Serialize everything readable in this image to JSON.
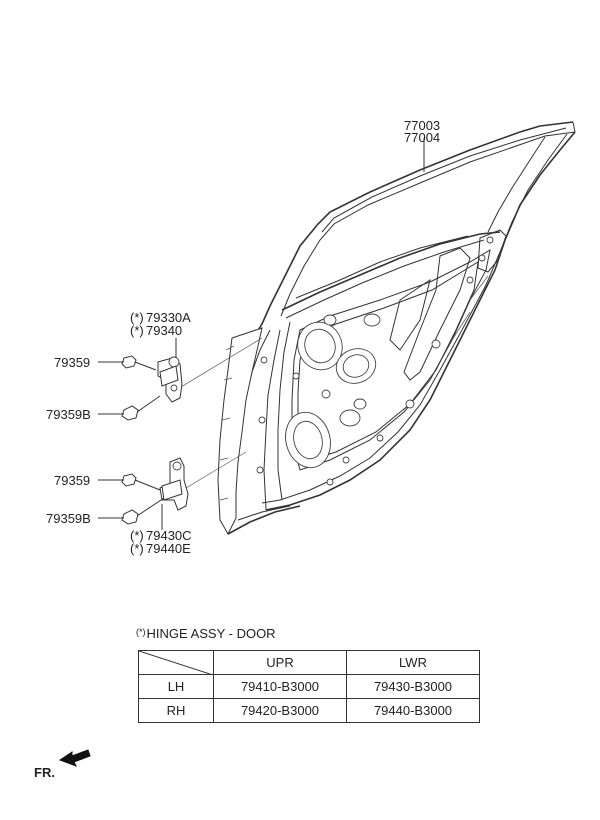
{
  "labels": {
    "door_1": "77003",
    "door_2": "77004",
    "upper_hinge_1": "79330A",
    "upper_hinge_2": "79340",
    "bolt_upper_1": "79359",
    "bolt_upper_2": "79359B",
    "bolt_lower_1": "79359",
    "bolt_lower_2": "79359B",
    "lower_hinge_1": "79430C",
    "lower_hinge_2": "79440E",
    "marker": "(*)"
  },
  "legend": {
    "marker": "(*)",
    "title": "HINGE ASSY - DOOR"
  },
  "table": {
    "columns": [
      "UPR",
      "LWR"
    ],
    "rows": [
      {
        "label": "LH",
        "values": [
          "79410-B3000",
          "79430-B3000"
        ]
      },
      {
        "label": "RH",
        "values": [
          "79420-B3000",
          "79440-B3000"
        ]
      }
    ]
  },
  "orientation": {
    "label": "FR."
  }
}
